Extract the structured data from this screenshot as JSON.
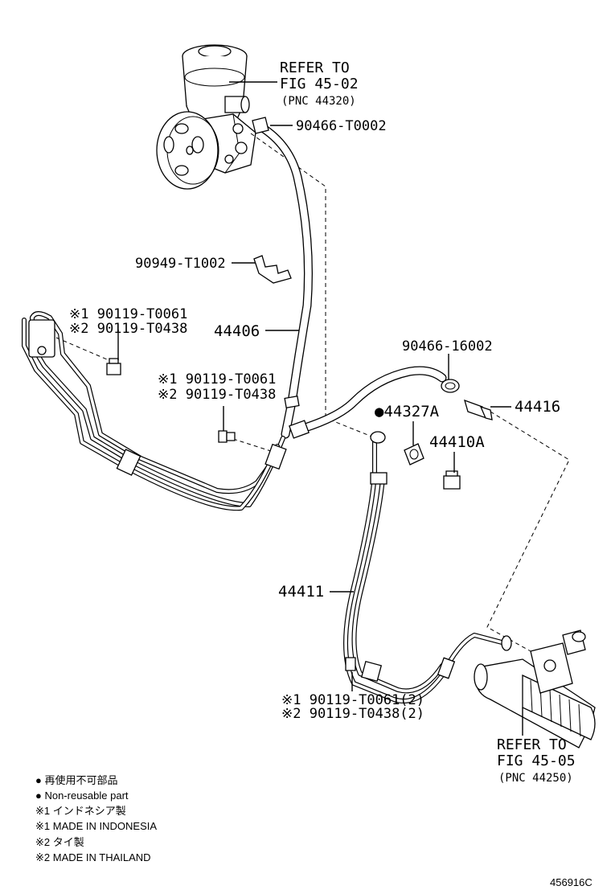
{
  "labels": {
    "refer_top_1": "REFER TO",
    "refer_top_2": "FIG 45-02",
    "refer_top_3": "(PNC 44320)",
    "p_90466_t0002": "90466-T0002",
    "p_90949_t1002": "90949-T1002",
    "left_clip_1": "※1 90119-T0061",
    "left_clip_2": "※2 90119-T0438",
    "p_44406": "44406",
    "p_90466_16002": "90466-16002",
    "mid_clip_1": "※1 90119-T0061",
    "mid_clip_2": "※2 90119-T0438",
    "p_44416": "44416",
    "p_44327a": "●44327A",
    "p_44410a": "44410A",
    "p_44411": "44411",
    "bot_clip_1": "※1 90119-T0061(2)",
    "bot_clip_2": "※2 90119-T0438(2)",
    "refer_bot_1": "REFER TO",
    "refer_bot_2": "FIG 45-05",
    "refer_bot_3": "(PNC 44250)"
  },
  "legend": [
    "● 再使用不可部品",
    "● Non-reusable part",
    "※1  インドネシア製",
    "※1  MADE IN INDONESIA",
    "※2  タイ製",
    "※2  MADE IN THAILAND"
  ],
  "diagram_id": "456916C"
}
